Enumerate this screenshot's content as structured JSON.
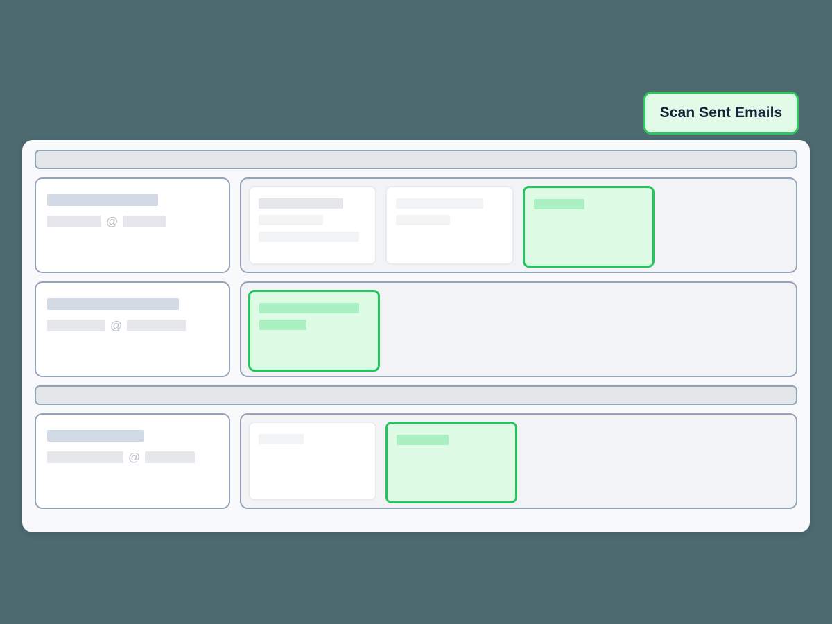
{
  "page": {
    "background_color": "#4c6a70",
    "panel_background": "#f7f9fa"
  },
  "cta": {
    "label": "Scan Sent Emails",
    "border_color": "#2dc85c",
    "fill_color": "#e2fbe9",
    "text_color": "#16253a"
  },
  "colors": {
    "accent_green_border": "#22c55e",
    "accent_green_fill": "#ddfbe5",
    "accent_green_bar": "#abf0c2",
    "outline_slate": "#94a3b8",
    "placeholder_name": "#d2dae5",
    "placeholder_email": "#e5e7eb",
    "placeholder_dark": "#e5e7eb",
    "placeholder_light": "#f1f3f5",
    "thread_container": "#f1f3f5",
    "section_bar": "#e4e7ea"
  },
  "sections": [
    {
      "name": "section-one",
      "header_bar": {
        "label": ""
      },
      "rows": [
        {
          "contact": {
            "name_bar_width": 160,
            "email_user_bar_width": 78,
            "at_symbol": "@",
            "email_domain_bar_width": 62
          },
          "threads": [
            {
              "state": "default",
              "bars": [
                {
                  "shade": "dark",
                  "width": 122
                },
                {
                  "shade": "light",
                  "width": 93
                },
                {
                  "shade": "light",
                  "width": 145
                }
              ]
            },
            {
              "state": "default",
              "bars": [
                {
                  "shade": "light",
                  "width": 126
                },
                {
                  "shade": "light",
                  "width": 78
                }
              ]
            },
            {
              "state": "highlight",
              "bars": [
                {
                  "shade": "green",
                  "width": 73
                }
              ]
            }
          ]
        },
        {
          "contact": {
            "name_bar_width": 190,
            "email_user_bar_width": 84,
            "at_symbol": "@",
            "email_domain_bar_width": 85
          },
          "threads": [
            {
              "state": "highlight",
              "bars": [
                {
                  "shade": "green",
                  "width": 144
                },
                {
                  "shade": "green",
                  "width": 68
                }
              ]
            }
          ]
        }
      ]
    },
    {
      "name": "section-two",
      "header_bar": {
        "label": ""
      },
      "rows": [
        {
          "contact": {
            "name_bar_width": 140,
            "email_user_bar_width": 110,
            "at_symbol": "@",
            "email_domain_bar_width": 72
          },
          "threads": [
            {
              "state": "default",
              "bars": [
                {
                  "shade": "light",
                  "width": 65
                }
              ]
            },
            {
              "state": "highlight",
              "bars": [
                {
                  "shade": "green",
                  "width": 75
                }
              ]
            }
          ]
        }
      ]
    }
  ]
}
